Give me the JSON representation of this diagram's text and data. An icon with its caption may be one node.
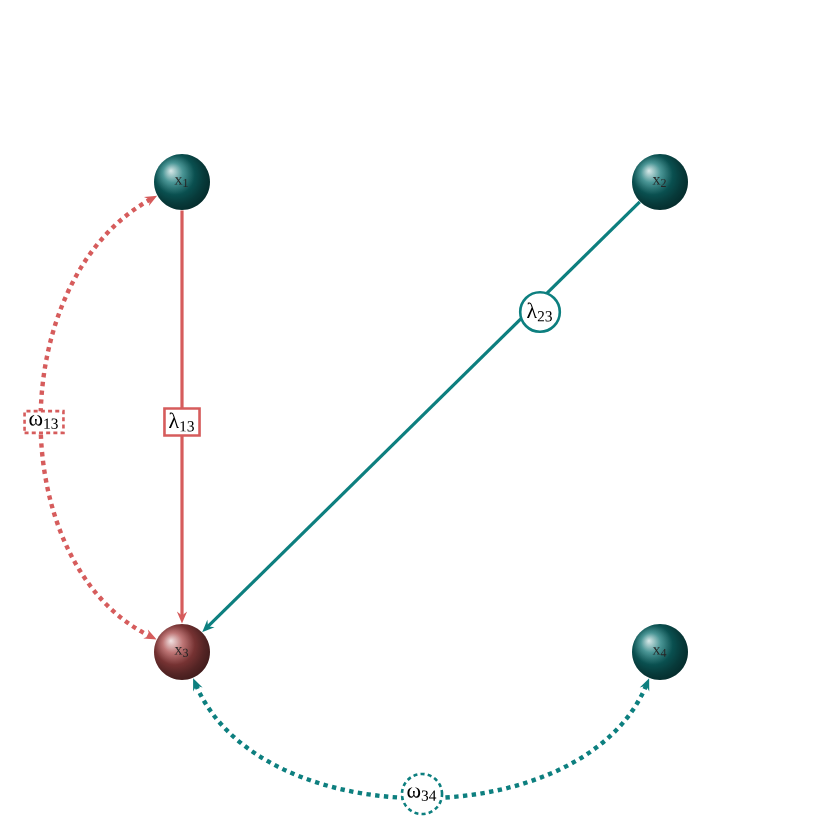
{
  "diagram": {
    "nodes": [
      {
        "text": [
          "x$_{1}$"
        ]
      },
      {
        "text": [
          "x$_{2}$"
        ]
      },
      {
        "text": [
          "x$_{3}$"
        ]
      },
      {
        "text": [
          "x$_{4}$"
        ]
      }
    ],
    "edges": [
      {
        "from": 0,
        "to": 2,
        "arrow": "to",
        "label": "λ$_{13}$",
        "color": "#d65c5c"
      },
      {
        "from": 1,
        "to": 2,
        "arrow": "to",
        "label": "λ$_{23}$",
        "color": "#0d7f7f"
      },
      {
        "from": 0,
        "to": 2,
        "arrow": "both",
        "label": "ω$_{13}$",
        "style": "dashed",
        "color": "#d65c5c"
      },
      {
        "from": 2,
        "to": 3,
        "arrow": "both",
        "label": "ω$_{34}$",
        "style": "dashed",
        "color": "#0d7f7f"
      }
    ]
  }
}
